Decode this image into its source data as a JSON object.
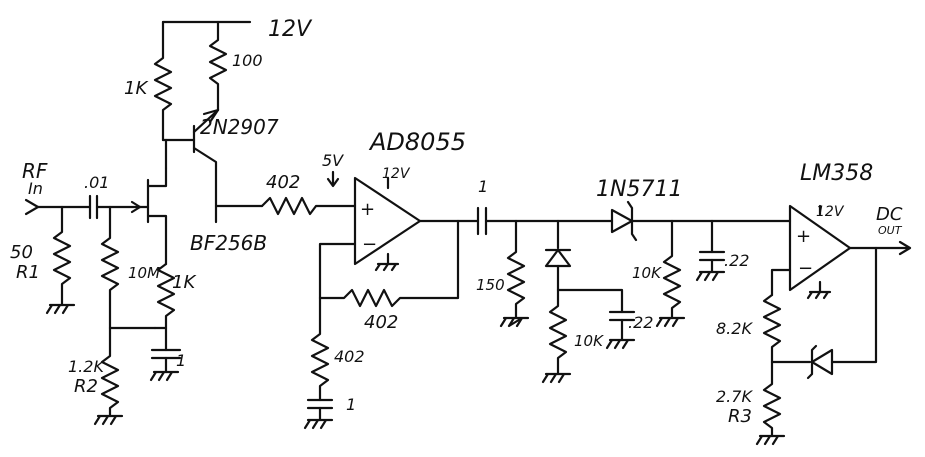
{
  "labels": {
    "supply_top": "12V",
    "r_100": "100",
    "r_1k_top": "1K",
    "q_pnp": "2N2907",
    "rf_in_1": "RF",
    "rf_in_2": "In",
    "c_01": ".01",
    "jfet": "BF256B",
    "r_50": "50",
    "r1": "R1",
    "r_10m": "10M",
    "r_1k_src": "1K",
    "c_1_left": "1",
    "r_1_2k": "1.2K",
    "r2": "R2",
    "r_402_series": "402",
    "v_5v": "5V",
    "opamp1": "AD8055",
    "opamp1_vcc": "12V",
    "plus1": "+",
    "minus1": "−",
    "r_402_fb": "402",
    "r_402_gnd": "402",
    "c_1_bottom": "1",
    "c_1_coupling": "1",
    "r_150": "150",
    "r_10k_bias": "10K",
    "c_22_bias": ".22",
    "diode": "1N5711",
    "r_10k_load": "10K",
    "c_22_filter": ".22",
    "opamp2": "LM358",
    "opamp2_vcc": "12V",
    "plus2": "+",
    "minus2": "−",
    "dc_out_1": "DC",
    "dc_out_2": "OUT",
    "r_8_2k": "8.2K",
    "r_2_7k": "2.7K",
    "r3": "R3"
  }
}
